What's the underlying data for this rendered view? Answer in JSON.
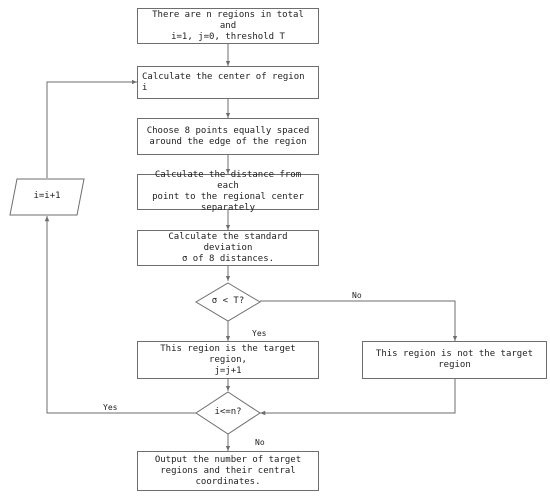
{
  "flowchart": {
    "start": "There are n regions in total and\ni=1, j=0, threshold T",
    "calc_center": "Calculate the center of region i",
    "choose_points": "Choose 8 points equally spaced\naround the edge of the region",
    "calc_distance": "Calculate the distance from each\npoint to the regional center\nseparately",
    "calc_std": "Calculate the standard deviation\nσ of 8 distances.",
    "decision_sigma": "σ < T?",
    "target_region": "This region is the target region,\nj=j+1",
    "not_target": "This region is not the target\nregion",
    "decision_i": "i<=n?",
    "increment": "i=i+1",
    "output": "Output the number of target\nregions and their central\ncoordinates.",
    "label_no_sigma": "No",
    "label_yes_sigma": "Yes",
    "label_yes_i": "Yes",
    "label_no_i": "No"
  },
  "colors": {
    "line": "#6e6e6e",
    "text": "#222222",
    "background": "#ffffff"
  }
}
